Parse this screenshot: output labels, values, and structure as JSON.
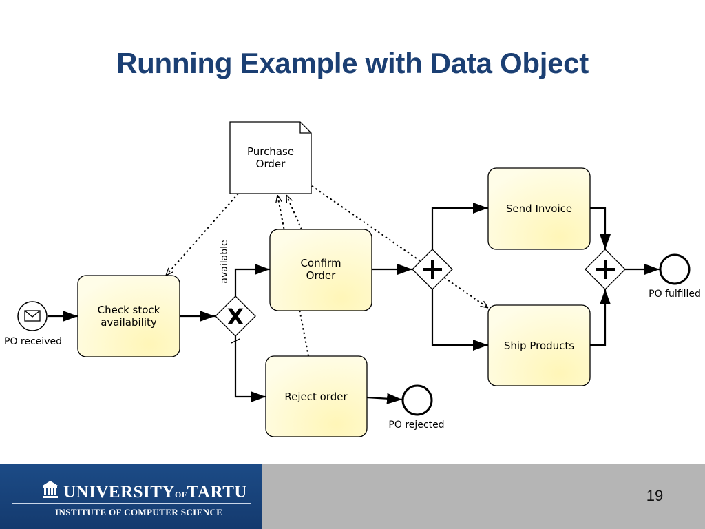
{
  "slide": {
    "title": "Running Example with Data Object",
    "page_number": "19"
  },
  "diagram": {
    "data_object": {
      "line1": "Purchase",
      "line2": "Order"
    },
    "start_event": {
      "label": "PO received"
    },
    "tasks": {
      "check_stock": {
        "line1": "Check stock",
        "line2": "availability"
      },
      "confirm_order": {
        "line1": "Confirm",
        "line2": "Order"
      },
      "reject_order": {
        "label": "Reject order"
      },
      "send_invoice": {
        "label": "Send Invoice"
      },
      "ship_products": {
        "label": "Ship Products"
      }
    },
    "xor_gateway": {
      "symbol": "X",
      "condition_label": "available"
    },
    "parallel_gateway": {
      "symbol": "+"
    },
    "end_events": {
      "fulfilled": {
        "label": "PO fulfilled"
      },
      "rejected": {
        "label": "PO rejected"
      }
    }
  },
  "footer": {
    "university_parts": [
      "UNIVERSITY",
      "OF",
      "TARTU"
    ],
    "institute": "INSTITUTE OF COMPUTER SCIENCE",
    "logo_icon": "university-building-icon"
  },
  "colors": {
    "title": "#1b3f73",
    "task_fill": "#fff9cf",
    "footer_blue": "#1c4b86",
    "footer_gray": "#b5b5b5"
  }
}
